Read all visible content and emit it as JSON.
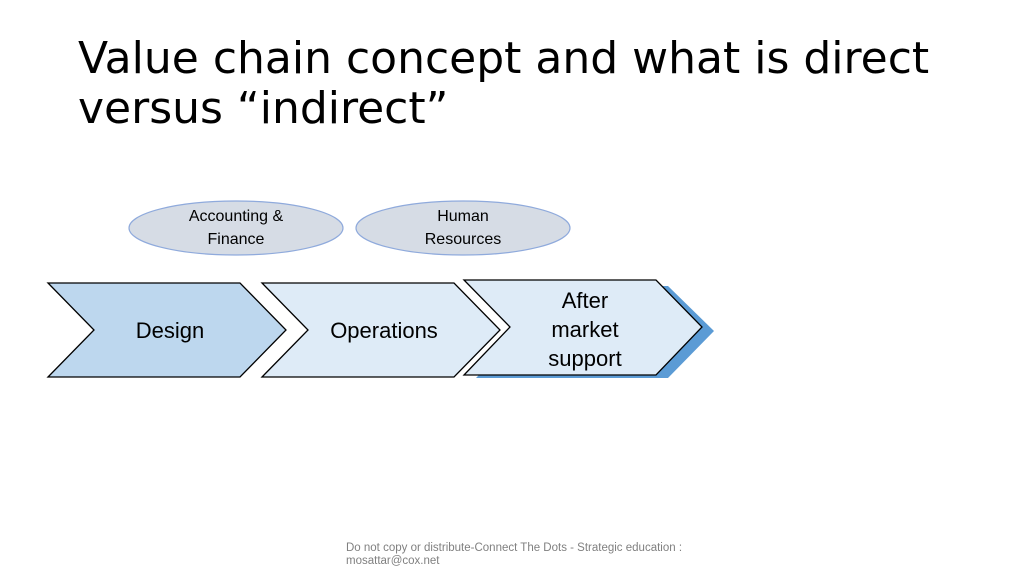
{
  "slide": {
    "title": "Value chain concept and what is direct\nversus “indirect”",
    "footer": "Do not copy or distribute-Connect The Dots - Strategic education : mosattar@cox.net"
  },
  "support_activities": [
    {
      "label": "Accounting &\nFinance"
    },
    {
      "label": "Human\nResources"
    }
  ],
  "primary_activities": [
    {
      "label": "Design"
    },
    {
      "label": "Operations"
    },
    {
      "label": "After\nmarket\nsupport"
    }
  ],
  "colors": {
    "design_fill": "#bdd7ee",
    "operations_fill": "#deebf7",
    "after_market_fill": "#deebf7",
    "after_market_shadow": "#5b9bd5",
    "oval_fill": "#d6dce5",
    "oval_stroke": "#8faadc",
    "footer_text": "#808080"
  }
}
